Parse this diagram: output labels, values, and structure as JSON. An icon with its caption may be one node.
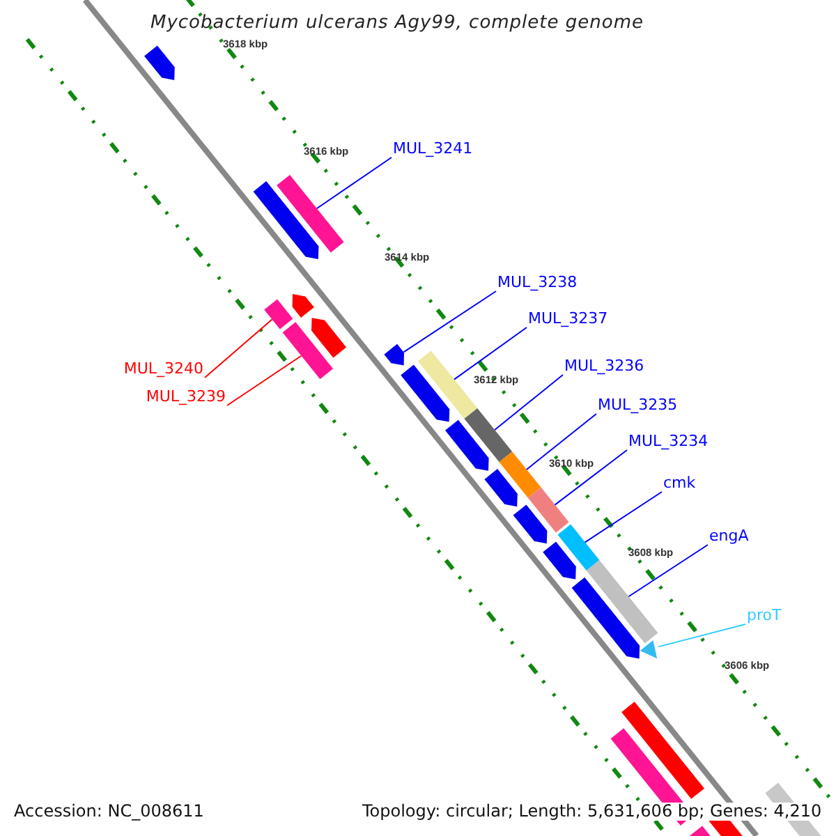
{
  "diagram": {
    "title": "Mycobacterium ulcerans Agy99, complete genome",
    "nodes": [
      {
        "text": [
          "MUL_3241"
        ]
      },
      {
        "text": [
          "MUL_3238"
        ]
      },
      {
        "text": [
          "MUL_3237"
        ]
      },
      {
        "text": [
          "MUL_3236"
        ]
      },
      {
        "text": [
          "MUL_3240"
        ]
      },
      {
        "text": [
          "MUL_3235"
        ]
      },
      {
        "text": [
          "MUL_3239"
        ]
      },
      {
        "text": [
          "MUL_3234"
        ]
      },
      {
        "text": [
          "cmk"
        ]
      },
      {
        "text": [
          "engA"
        ]
      },
      {
        "text": [
          "proT"
        ]
      },
      {
        "text": [],
        "shape": "bar"
      },
      {
        "text": [],
        "shape": "bar"
      },
      {
        "text": [],
        "shape": "bar"
      },
      {
        "text": [],
        "shape": "arrow"
      },
      {
        "text": [],
        "shape": "bar"
      },
      {
        "text": [],
        "shape": "bar"
      },
      {
        "text": [],
        "shape": "bar"
      },
      {
        "text": [],
        "shape": "bar"
      },
      {
        "text": [],
        "shape": "bar"
      },
      {
        "text": [],
        "shape": "bar"
      },
      {
        "text": [],
        "shape": "triangle"
      }
    ],
    "edges": [
      {
        "from": 0,
        "to": 11,
        "arrow": "none"
      },
      {
        "from": 4,
        "to": 12,
        "arrow": "none",
        "color": "#ff0000"
      },
      {
        "from": 6,
        "to": 13,
        "arrow": "none",
        "color": "#ff0000"
      },
      {
        "from": 1,
        "to": 14,
        "arrow": "none"
      },
      {
        "from": 2,
        "to": 15,
        "arrow": "none"
      },
      {
        "from": 3,
        "to": 16,
        "arrow": "none"
      },
      {
        "from": 5,
        "to": 17,
        "arrow": "none"
      },
      {
        "from": 7,
        "to": 18,
        "arrow": "none"
      },
      {
        "from": 8,
        "to": 19,
        "arrow": "none"
      },
      {
        "from": 9,
        "to": 20,
        "arrow": "none"
      },
      {
        "from": 10,
        "to": 21,
        "arrow": "none",
        "color": "#33ccff"
      }
    ],
    "labels": [
      "3618 kbp",
      "3616 kbp",
      "3614 kbp",
      "3612 kbp",
      "3610 kbp",
      "3608 kbp",
      "3606 kbp",
      "Accession: NC_008611",
      "Topology: circular; Length: 5,631,606 bp; Genes: 4,210"
    ]
  }
}
